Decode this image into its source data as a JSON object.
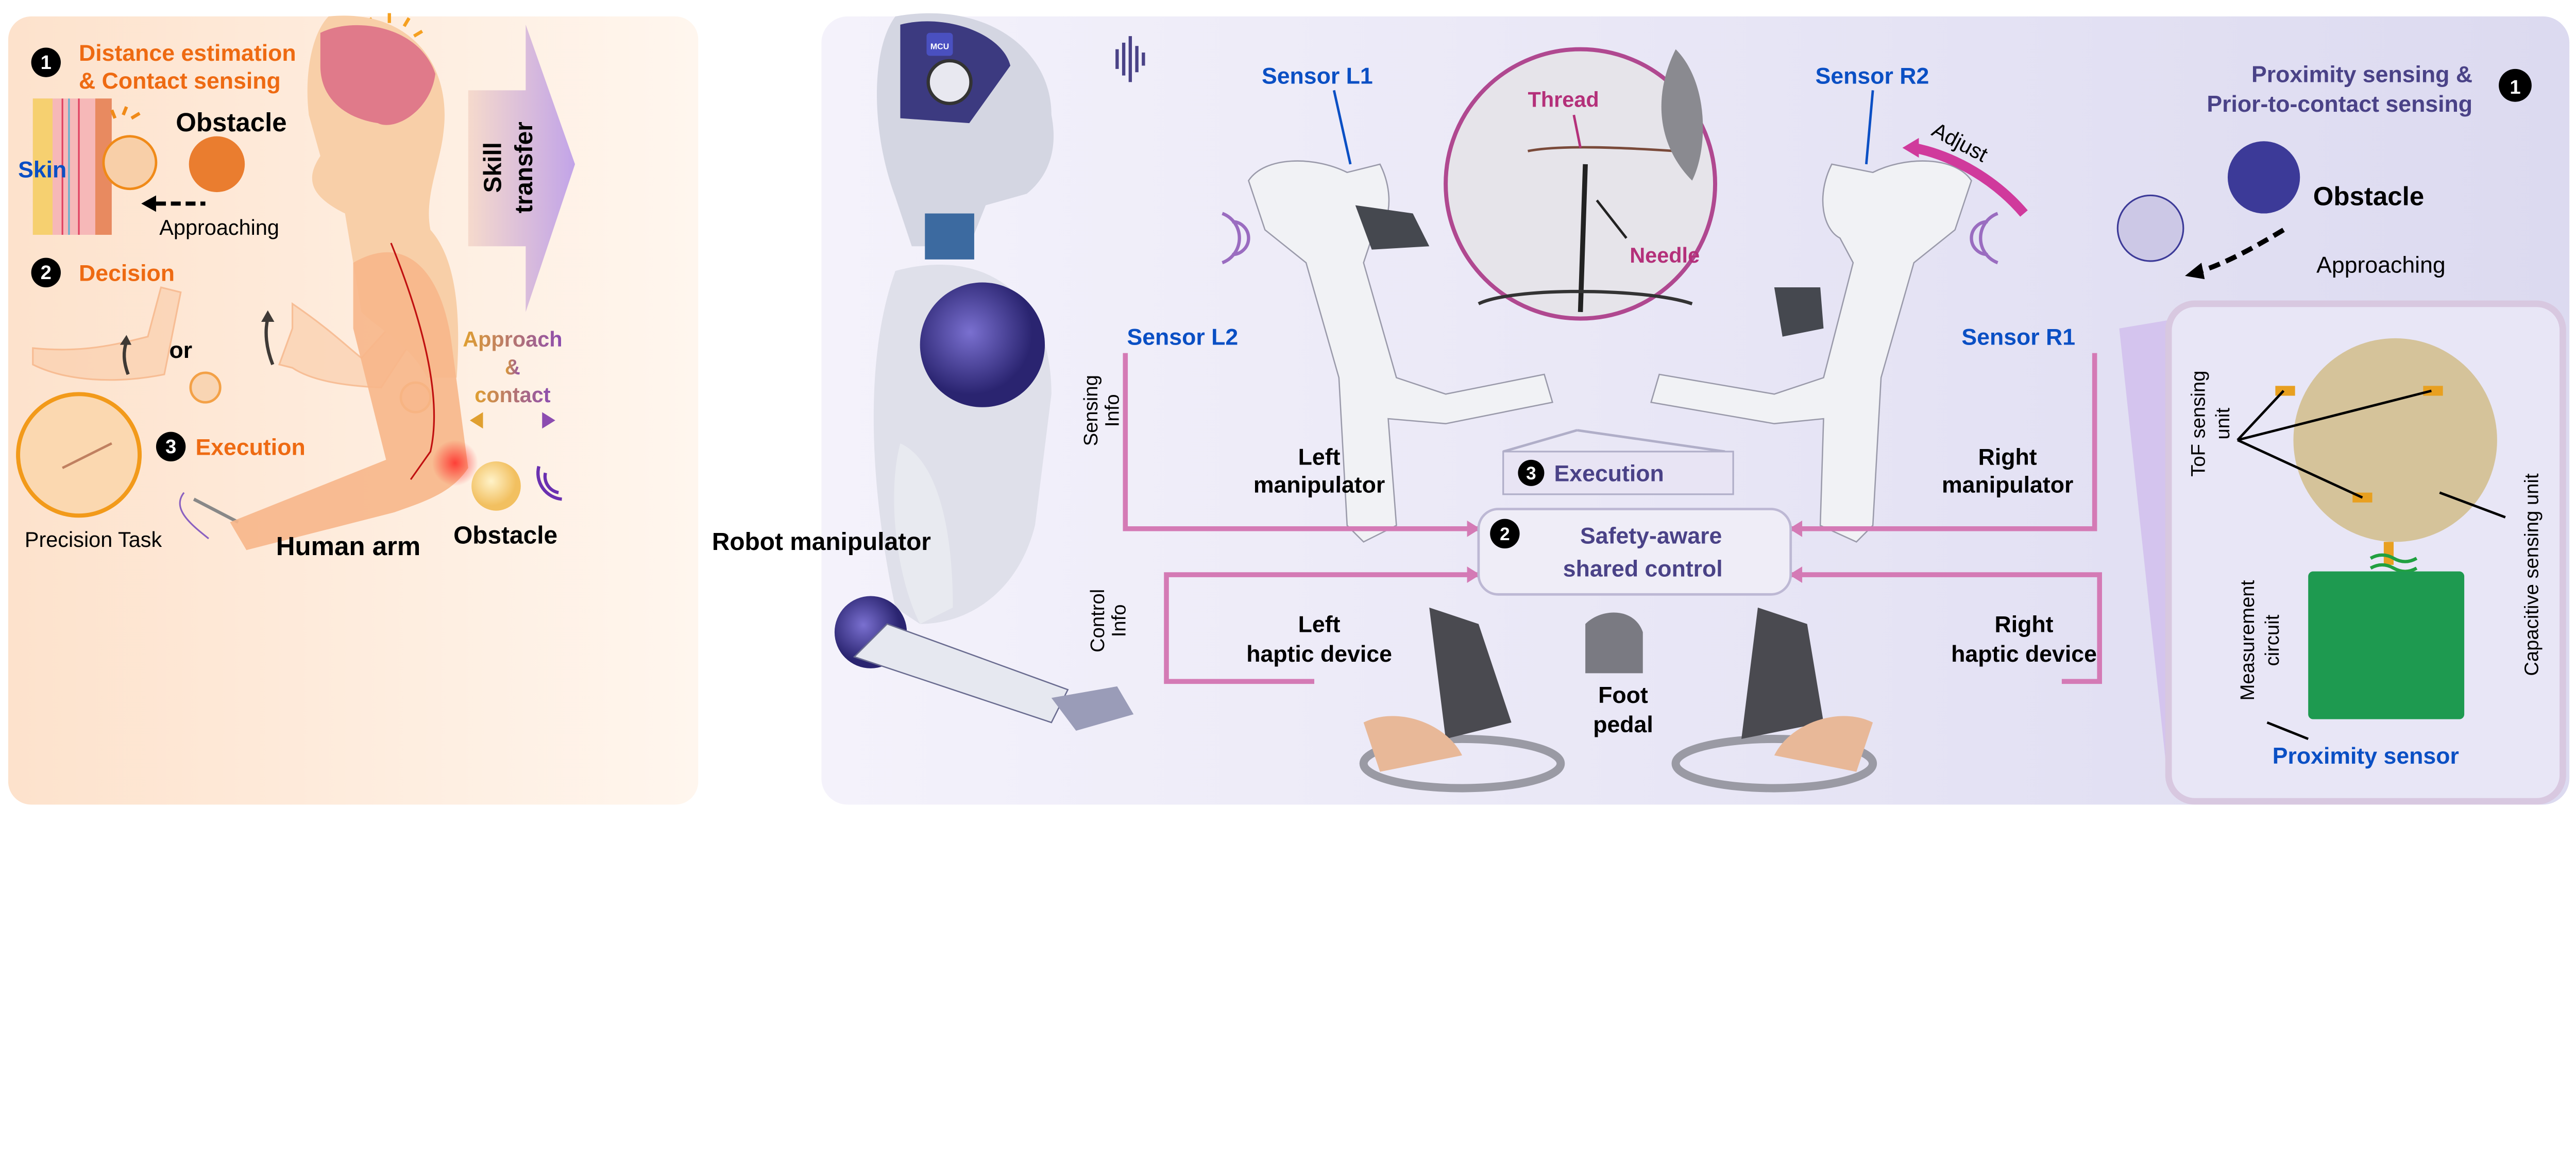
{
  "colors": {
    "orange": "#ee6a12",
    "blue": "#0a4fc4",
    "purple": "#4a4287",
    "magenta": "#b4307a",
    "pink_line": "#d47ab5",
    "left_bg": "#fde9d8",
    "right_bg": "#e4e2f4"
  },
  "human": {
    "step1_num": "1",
    "step1_line1": "Distance estimation",
    "step1_line2": "& Contact sensing",
    "skin": "Skin",
    "obstacle": "Obstacle",
    "approaching": "Approaching",
    "step2_num": "2",
    "decision": "Decision",
    "or": "or",
    "step3_num": "3",
    "execution": "Execution",
    "precision_task": "Precision Task",
    "human_arm": "Human arm"
  },
  "middle": {
    "skill": "Skill",
    "transfer": "transfer",
    "approach": "Approach",
    "amp": "&",
    "contact": "contact",
    "obstacle": "Obstacle",
    "robot_manipulator": "Robot manipulator",
    "mcu": "MCU"
  },
  "setup": {
    "sensor_l1": "Sensor L1",
    "sensor_l2": "Sensor L2",
    "sensor_r1": "Sensor R1",
    "sensor_r2": "Sensor R2",
    "thread": "Thread",
    "needle": "Needle",
    "adjust": "Adjust",
    "sensing_info": "Sensing Info",
    "sensing_line1": "Sensing",
    "sensing_line2": "Info",
    "control_line1": "Control",
    "control_line2": "Info",
    "left_manip_1": "Left",
    "left_manip_2": "manipulator",
    "right_manip_1": "Right",
    "right_manip_2": "manipulator",
    "exec_num": "3",
    "execution": "Execution",
    "ctrl_num": "2",
    "ctrl_line1": "Safety-aware",
    "ctrl_line2": "shared control",
    "left_haptic_1": "Left",
    "left_haptic_2": "haptic device",
    "right_haptic_1": "Right",
    "right_haptic_2": "haptic device",
    "foot_1": "Foot",
    "foot_2": "pedal"
  },
  "proximity": {
    "num": "1",
    "title_line1": "Proximity sensing &",
    "title_line2": "Prior-to-contact sensing",
    "obstacle": "Obstacle",
    "approaching": "Approaching",
    "tof_1": "ToF sensing",
    "tof_2": "unit",
    "meas_1": "Measurement",
    "meas_2": "circuit",
    "capacitive": "Capacitive sensing unit",
    "sensor_label": "Proximity sensor"
  }
}
